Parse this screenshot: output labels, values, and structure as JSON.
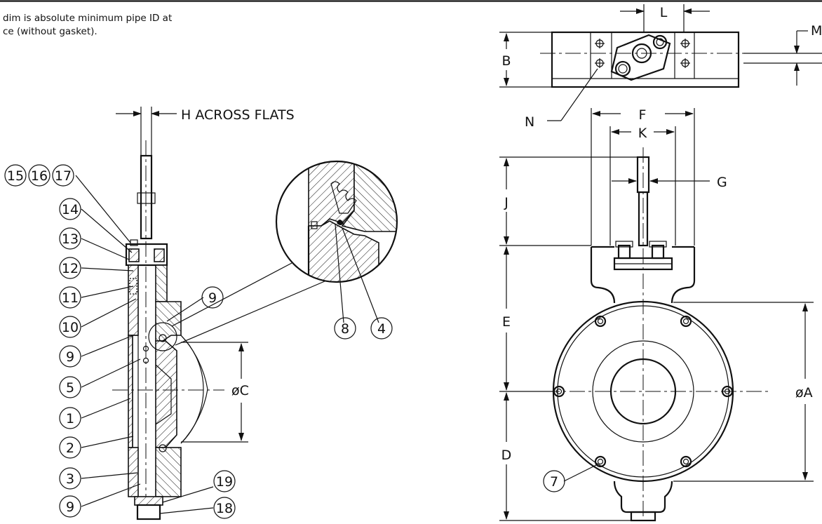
{
  "notes": {
    "line1": "dim is absolute minimum pipe ID at",
    "line2": "ce (without gasket)."
  },
  "dims": {
    "h": "H ACROSS FLATS",
    "c": "øC",
    "l": "L",
    "b": "B",
    "m": "M",
    "n": "N",
    "f": "F",
    "k": "K",
    "g": "G",
    "j": "J",
    "e": "E",
    "d": "D",
    "a": "øA"
  },
  "balloons": {
    "b15": "15",
    "b16": "16",
    "b17": "17",
    "b14": "14",
    "b13": "13",
    "b12": "12",
    "b11": "11",
    "b10": "10",
    "b9a": "9",
    "b5": "5",
    "b1": "1",
    "b2": "2",
    "b3": "3",
    "b9b": "9",
    "b9c": "9",
    "b19": "19",
    "b18": "18",
    "b8": "8",
    "b4": "4",
    "b7": "7"
  },
  "colors": {
    "ink": "#111111",
    "paper": "#ffffff"
  }
}
